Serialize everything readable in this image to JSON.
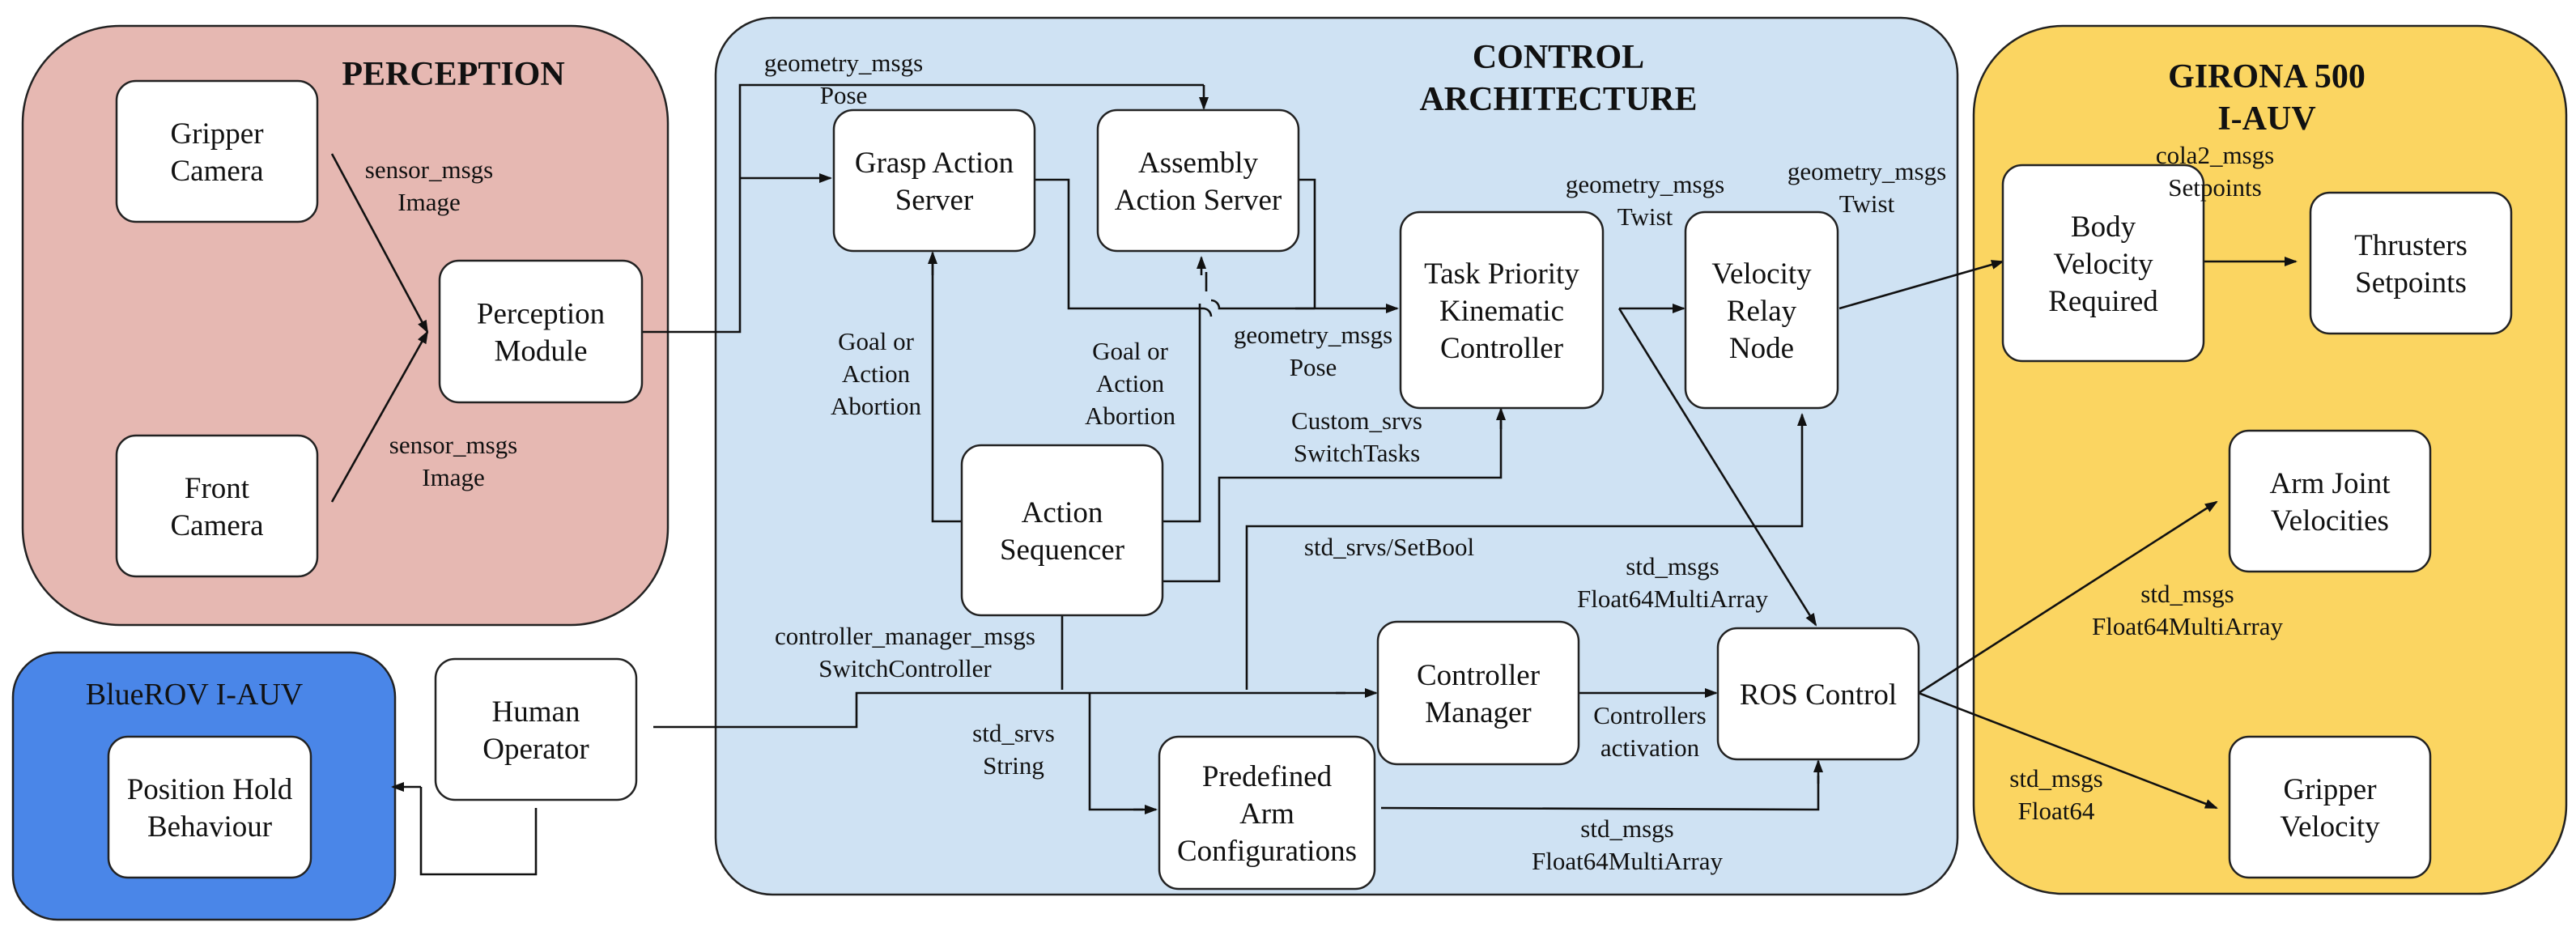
{
  "colors": {
    "perception_fill": "#e6b8b2",
    "control_fill": "#cfe2f3",
    "girona_fill": "#fbd561",
    "bluerov_fill": "#4a86e8",
    "box_fill": "#ffffff"
  },
  "regions": {
    "perception": {
      "title": "PERCEPTION"
    },
    "control": {
      "title_line1": "CONTROL",
      "title_line2": "ARCHITECTURE"
    },
    "girona": {
      "title_line1": "GIRONA 500",
      "title_line2": "I-AUV"
    },
    "bluerov": {
      "title": "BlueROV I-AUV"
    }
  },
  "nodes": {
    "gripper_camera": [
      "Gripper",
      "Camera"
    ],
    "front_camera": [
      "Front",
      "Camera"
    ],
    "perception_module": [
      "Perception",
      "Module"
    ],
    "grasp_action_server": [
      "Grasp Action",
      "Server"
    ],
    "assembly_action_server": [
      "Assembly",
      "Action Server"
    ],
    "task_priority_controller": [
      "Task Priority",
      "Kinematic",
      "Controller"
    ],
    "velocity_relay_node": [
      "Velocity",
      "Relay",
      "Node"
    ],
    "action_sequencer": [
      "Action",
      "Sequencer"
    ],
    "controller_manager": [
      "Controller",
      "Manager"
    ],
    "ros_control": [
      "ROS Control"
    ],
    "predefined_arm_configurations": [
      "Predefined",
      "Arm",
      "Configurations"
    ],
    "human_operator": [
      "Human",
      "Operator"
    ],
    "position_hold_behaviour": [
      "Position Hold",
      "Behaviour"
    ],
    "body_velocity_required": [
      "Body",
      "Velocity",
      "Required"
    ],
    "thrusters_setpoints": [
      "Thrusters",
      "Setpoints"
    ],
    "arm_joint_velocities": [
      "Arm Joint",
      "Velocities"
    ],
    "gripper_velocity": [
      "Gripper",
      "Velocity"
    ]
  },
  "edge_labels": {
    "gripper_cam_image": [
      "sensor_msgs",
      "Image"
    ],
    "front_cam_image": [
      "sensor_msgs",
      "Image"
    ],
    "geometry_pose_top": [
      "geometry_msgs",
      "Pose"
    ],
    "grasp_goal": [
      "Goal or",
      "Action",
      "Abortion"
    ],
    "assembly_goal": [
      "Goal or",
      "Action",
      "Abortion"
    ],
    "geometry_pose_mid": [
      "geometry_msgs",
      "Pose"
    ],
    "twist_tpc": [
      "geometry_msgs",
      "Twist"
    ],
    "twist_relay": [
      "geometry_msgs",
      "Twist"
    ],
    "custom_srvs": [
      "Custom_srvs",
      "SwitchTasks"
    ],
    "setbool": [
      "std_srvs/SetBool"
    ],
    "float64multi_top": [
      "std_msgs",
      "Float64MultiArray"
    ],
    "controller_manager_msgs": [
      "controller_manager_msgs",
      "SwitchController"
    ],
    "std_srvs_string": [
      "std_srvs",
      "String"
    ],
    "controllers_activation": [
      "Controllers",
      "activation"
    ],
    "float64multi_bottom": [
      "std_msgs",
      "Float64MultiArray"
    ],
    "cola2": [
      "cola2_msgs",
      "Setpoints"
    ],
    "arm_float64multi": [
      "std_msgs",
      "Float64MultiArray"
    ],
    "gripper_float64": [
      "std_msgs",
      "Float64"
    ]
  }
}
